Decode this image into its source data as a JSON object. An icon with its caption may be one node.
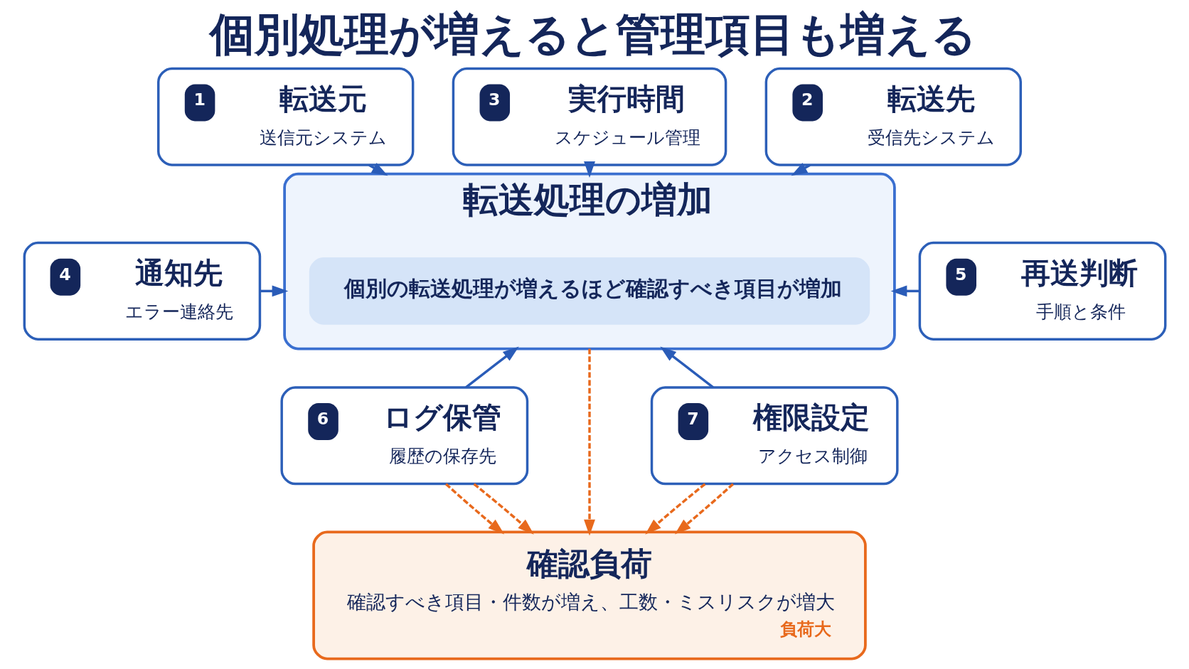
{
  "diagram": {
    "title": "個別処理が増えると管理項目も増える",
    "nodes": [
      {
        "text": [
          "1",
          "転送元",
          "送信元システム"
        ]
      },
      {
        "text": [
          "3",
          "実行時間",
          "スケジュール管理"
        ]
      },
      {
        "text": [
          "2",
          "転送先",
          "受信先システム"
        ]
      },
      {
        "text": [
          "転送処理の増加"
        ]
      },
      {
        "text": [
          "個別の転送処理が増えるほど確認すべき項目が増加"
        ],
        "in": 3
      },
      {
        "text": [
          "4",
          "通知先",
          "エラー連絡先"
        ]
      },
      {
        "text": [
          "5",
          "再送判断",
          "手順と条件"
        ]
      },
      {
        "text": [
          "6",
          "ログ保管",
          "履歴の保存先"
        ]
      },
      {
        "text": [
          "7",
          "権限設定",
          "アクセス制御"
        ]
      },
      {
        "text": [
          "確認負荷",
          "確認すべき項目・件数が増え、工数・ミスリスクが増大",
          "負荷大"
        ]
      }
    ],
    "edges": [
      {
        "from": 0,
        "to": 3,
        "arrow": "to"
      },
      {
        "from": 1,
        "to": 3,
        "arrow": "to"
      },
      {
        "from": 2,
        "to": 3,
        "arrow": "to"
      },
      {
        "from": 5,
        "to": 3,
        "arrow": "to"
      },
      {
        "from": 6,
        "to": 3,
        "arrow": "to"
      },
      {
        "from": 7,
        "to": 3,
        "arrow": "to"
      },
      {
        "from": 8,
        "to": 3,
        "arrow": "to"
      },
      {
        "from": 3,
        "to": 9,
        "arrow": "to",
        "style": "dashed",
        "color": "#e8691c"
      },
      {
        "from": 7,
        "to": 9,
        "arrow": "to",
        "style": "dashed",
        "color": "#e8691c"
      },
      {
        "from": 7,
        "to": 9,
        "arrow": "to",
        "style": "dashed",
        "color": "#e8691c"
      },
      {
        "from": 8,
        "to": 9,
        "arrow": "to",
        "style": "dashed",
        "color": "#e8691c"
      },
      {
        "from": 8,
        "to": 9,
        "arrow": "to",
        "style": "dashed",
        "color": "#e8691c"
      }
    ]
  }
}
